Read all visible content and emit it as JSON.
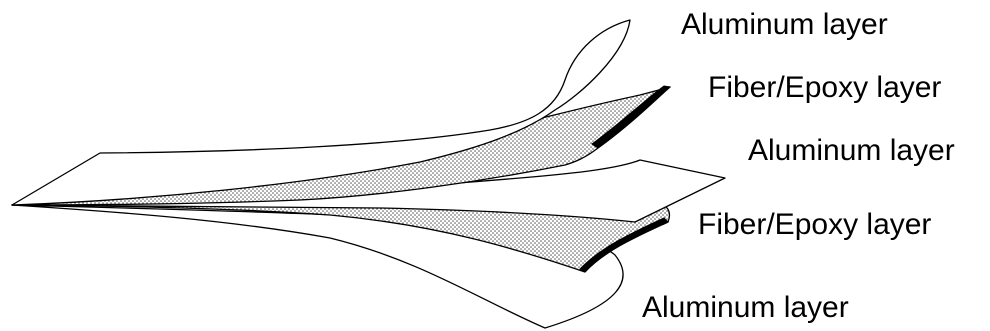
{
  "labels": {
    "top_aluminum": "Aluminum layer",
    "upper_fiber": "Fiber/Epoxy layer",
    "middle_aluminum": "Aluminum layer",
    "lower_fiber": "Fiber/Epoxy layer",
    "bottom_aluminum": "Aluminum layer"
  },
  "colors": {
    "line": "#000000",
    "background": "#ffffff",
    "fiber_dot": "#4a4a4a"
  }
}
